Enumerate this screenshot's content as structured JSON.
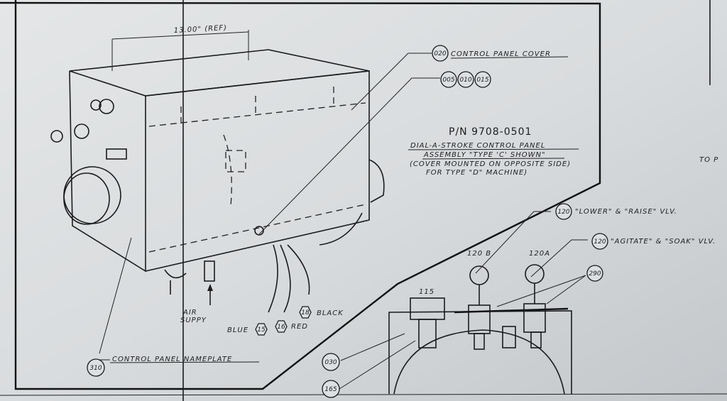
{
  "dimension": {
    "value": "13.00\"",
    "note": "(REF)"
  },
  "callouts": {
    "cover": {
      "num": "020",
      "label": "CONTROL PANEL COVER"
    },
    "fasteners": [
      "005",
      "010",
      "015"
    ],
    "nameplate": {
      "num": "310",
      "label": "CONTROL PANEL NAMEPLATE"
    },
    "lower_raise": {
      "num": "120",
      "label": "\"LOWER\" & \"RAISE\" VLV."
    },
    "agitate_soak": {
      "num": "120",
      "label": "\"AGITATE\" & \"SOAK\" VLV."
    },
    "bracket": {
      "num": "290"
    },
    "switch": {
      "num": "115"
    },
    "c030": {
      "num": "030"
    },
    "c165": {
      "num": "165"
    }
  },
  "title_block": {
    "part_number": "P/N 9708-0501",
    "line1": "DIAL-A-STROKE CONTROL PANEL",
    "line2": "ASSEMBLY \"TYPE 'C' SHOWN\"",
    "line3": "(COVER MOUNTED ON OPPOSITE SIDE)",
    "line4": "FOR TYPE \"D\" MACHINE)"
  },
  "valve_labels": {
    "b": "120 B",
    "a": "120A"
  },
  "air_supply": {
    "line1": "AIR",
    "line2": "SUPPY"
  },
  "wires": [
    {
      "num": "15",
      "color": "BLUE"
    },
    {
      "num": "16",
      "color": "RED"
    },
    {
      "num": "18",
      "color": "BLACK"
    }
  ],
  "edge_text": "TO P"
}
